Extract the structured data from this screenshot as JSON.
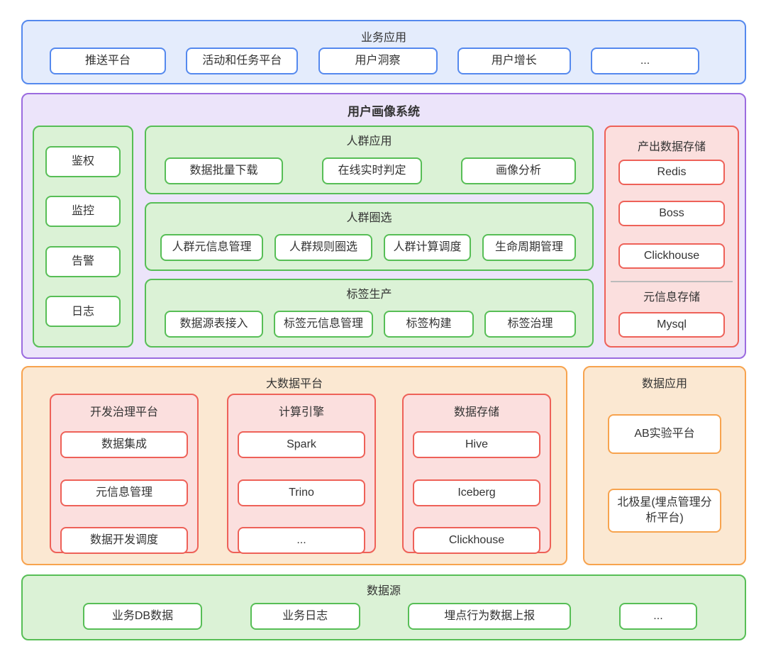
{
  "palette": {
    "blue_border": "#5589EE",
    "blue_fill": "#E4ECFC",
    "purple_border": "#9B6BDF",
    "purple_fill": "#ECE4FA",
    "green_border": "#57BE56",
    "green_fill": "#DBF2D6",
    "red_border": "#EE6158",
    "red_fill": "#FBDFDE",
    "orange_border": "#F7A34E",
    "orange_fill": "#FBE8D2",
    "text": "#333333",
    "divider": "#BBBBBB"
  },
  "business_apps": {
    "title": "业务应用",
    "items": [
      "推送平台",
      "活动和任务平台",
      "用户洞察",
      "用户增长",
      "..."
    ]
  },
  "profile_system": {
    "title": "用户画像系统",
    "platform_services": {
      "items": [
        "鉴权",
        "监控",
        "告警",
        "日志"
      ]
    },
    "groups": [
      {
        "title": "人群应用",
        "items": [
          "数据批量下载",
          "在线实时判定",
          "画像分析"
        ]
      },
      {
        "title": "人群圈选",
        "items": [
          "人群元信息管理",
          "人群规则圈选",
          "人群计算调度",
          "生命周期管理"
        ]
      },
      {
        "title": "标签生产",
        "items": [
          "数据源表接入",
          "标签元信息管理",
          "标签构建",
          "标签治理"
        ]
      }
    ],
    "storage": {
      "output_title": "产出数据存储",
      "output_items": [
        "Redis",
        "Boss",
        "Clickhouse"
      ],
      "meta_title": "元信息存储",
      "meta_items": [
        "Mysql"
      ]
    }
  },
  "big_data_platform": {
    "title": "大数据平台",
    "columns": [
      {
        "title": "开发治理平台",
        "items": [
          "数据集成",
          "元信息管理",
          "数据开发调度"
        ]
      },
      {
        "title": "计算引擎",
        "items": [
          "Spark",
          "Trino",
          "..."
        ]
      },
      {
        "title": "数据存储",
        "items": [
          "Hive",
          "Iceberg",
          "Clickhouse"
        ]
      }
    ]
  },
  "data_apps": {
    "title": "数据应用",
    "items": [
      "AB实验平台",
      "北极星(埋点管理分析平台)"
    ]
  },
  "data_sources": {
    "title": "数据源",
    "items": [
      "业务DB数据",
      "业务日志",
      "埋点行为数据上报",
      "..."
    ]
  }
}
